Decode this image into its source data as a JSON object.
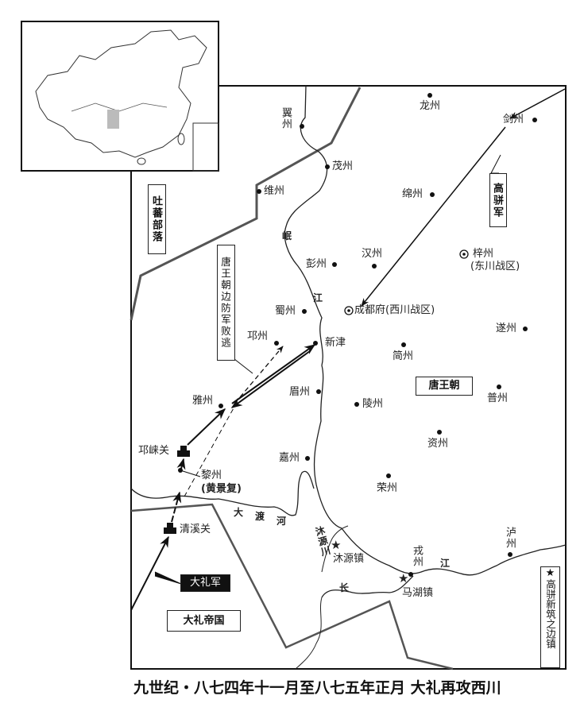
{
  "title": "九世纪・八七四年十一月至八七五年正月  大礼再攻西川",
  "regions": {
    "tubo": "吐蕃部落",
    "tang": "唐王朝",
    "dali_empire": "大礼帝国"
  },
  "armies": {
    "gaopian": "高骈军",
    "tang_border_retreat": "唐王朝边防军败逃",
    "dali": "大礼军"
  },
  "legend": {
    "star_icon": "star-icon",
    "star_label": "高骈新筑之边镇"
  },
  "rivers": {
    "min_1": "岷",
    "min_2": "江",
    "dadu_1": "大",
    "dadu_2": "渡",
    "dadu_3": "河",
    "muyuan": "沐源川",
    "chang": "长",
    "jiang": "江"
  },
  "places": {
    "longzhou": "龙州",
    "jianzhou": "剑州",
    "yizhou": "翼州",
    "maozhou": "茂州",
    "weizhou": "维州",
    "mianzhou": "绵州",
    "pengzhou": "彭州",
    "hanzhou": "汉州",
    "zizhou": "梓州",
    "zizhou_note": "(东川战区)",
    "shuzhou": "蜀州",
    "chengdu": "成都府(西川战区)",
    "suizhou": "遂州",
    "qiongzhou": "邛州",
    "xinjin": "新津",
    "jianzhou2": "简州",
    "puzhou": "普州",
    "meizhou": "眉州",
    "lingzhou": "陵州",
    "yazhou": "雅州",
    "zizhou2": "资州",
    "qionglai_pass": "邛崃关",
    "jiazhou": "嘉州",
    "lizhou": "黎州",
    "lizhou_note": "(黄景复)",
    "rongzhou": "荣州",
    "qingxi_pass": "清溪关",
    "muyuan_town": "沐源镇",
    "rongzhou2": "戎州",
    "luzhou": "泸州",
    "mahu_town": "马湖镇"
  }
}
